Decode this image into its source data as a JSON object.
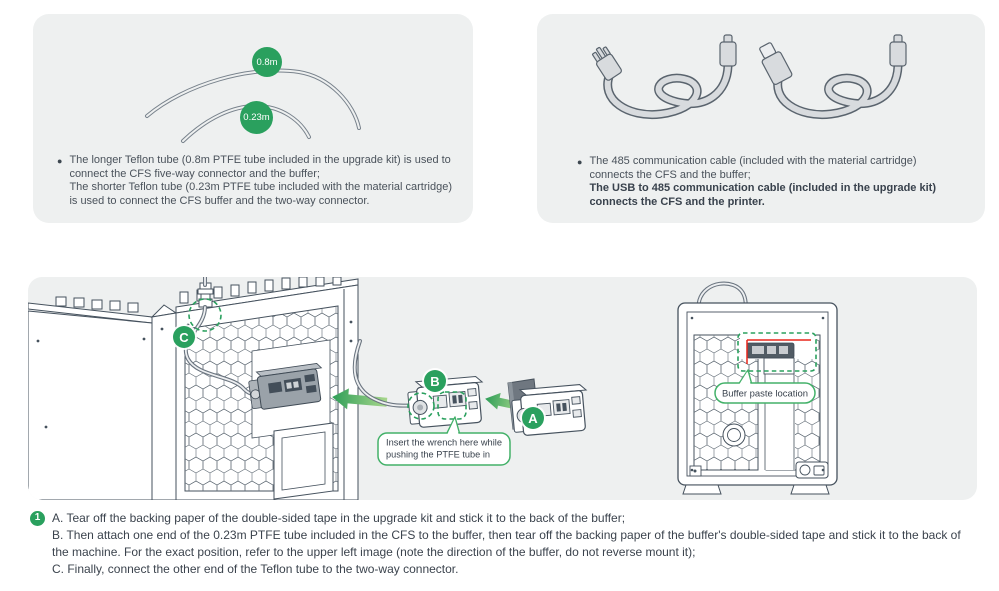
{
  "colors": {
    "panel_bg": "#eef0f0",
    "line_art": "#46525e",
    "accent_green": "#2aa05e",
    "callout_green": "#43b169",
    "highlight_red": "#e8261c",
    "note_text": "#4a525b",
    "step_text": "#3b434d"
  },
  "tubes": {
    "badge_long": "0.8m",
    "badge_short": "0.23m",
    "lines": [
      "The longer Teflon tube (0.8m PTFE tube included in the upgrade kit) is used to",
      "connect the CFS five-way connector and the buffer;",
      "The shorter Teflon tube (0.23m PTFE tube included with the material cartridge)",
      "is used to connect the CFS buffer and the two-way connector."
    ]
  },
  "cables": {
    "lines_regular": [
      "The 485 communication cable (included with the material cartridge)",
      "connects the CFS and the buffer;"
    ],
    "lines_bold": [
      "The USB to 485 communication cable (included in the upgrade kit)",
      "connects the CFS and the printer."
    ]
  },
  "install": {
    "label_a": "A",
    "label_b": "B",
    "label_c": "C",
    "wrench_callout": [
      "Insert the wrench here while",
      "pushing the PTFE tube in"
    ],
    "paste_callout": "Buffer paste location"
  },
  "steps": {
    "number": "1",
    "line_a": "A. Tear off the backing paper of the double-sided tape in the upgrade kit and stick it to the back of the buffer;",
    "line_b": "B. Then attach one end of the 0.23m PTFE tube included in the CFS to the buffer, then tear off the backing paper of the buffer's double-sided tape and stick it to the back of the machine. For the exact position, refer to the upper left image (note the direction of the buffer, do not reverse mount it);",
    "line_c": "C. Finally, connect the other end of the Teflon tube to the two-way connector."
  },
  "glyphs": {
    "bullet": "●"
  }
}
